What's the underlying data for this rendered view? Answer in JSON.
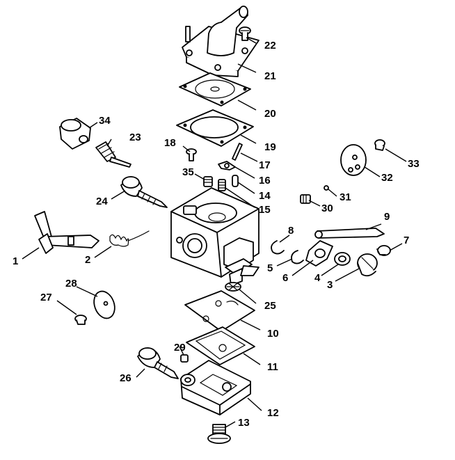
{
  "callouts": [
    {
      "id": "1",
      "label": "1"
    },
    {
      "id": "2",
      "label": "2"
    },
    {
      "id": "3",
      "label": "3"
    },
    {
      "id": "4",
      "label": "4"
    },
    {
      "id": "5",
      "label": "5"
    },
    {
      "id": "6",
      "label": "6"
    },
    {
      "id": "7",
      "label": "7"
    },
    {
      "id": "8",
      "label": "8"
    },
    {
      "id": "9",
      "label": "9"
    },
    {
      "id": "10",
      "label": "10"
    },
    {
      "id": "11",
      "label": "11"
    },
    {
      "id": "12",
      "label": "12"
    },
    {
      "id": "13",
      "label": "13"
    },
    {
      "id": "14",
      "label": "14"
    },
    {
      "id": "15",
      "label": "15"
    },
    {
      "id": "16",
      "label": "16"
    },
    {
      "id": "17",
      "label": "17"
    },
    {
      "id": "18",
      "label": "18"
    },
    {
      "id": "19",
      "label": "19"
    },
    {
      "id": "20",
      "label": "20"
    },
    {
      "id": "21",
      "label": "21"
    },
    {
      "id": "22",
      "label": "22"
    },
    {
      "id": "23",
      "label": "23"
    },
    {
      "id": "24",
      "label": "24"
    },
    {
      "id": "25",
      "label": "25"
    },
    {
      "id": "26",
      "label": "26"
    },
    {
      "id": "27",
      "label": "27"
    },
    {
      "id": "28",
      "label": "28"
    },
    {
      "id": "29",
      "label": "29"
    },
    {
      "id": "30",
      "label": "30"
    },
    {
      "id": "31",
      "label": "31"
    },
    {
      "id": "32",
      "label": "32"
    },
    {
      "id": "33",
      "label": "33"
    },
    {
      "id": "34",
      "label": "34"
    },
    {
      "id": "35",
      "label": "35"
    }
  ]
}
